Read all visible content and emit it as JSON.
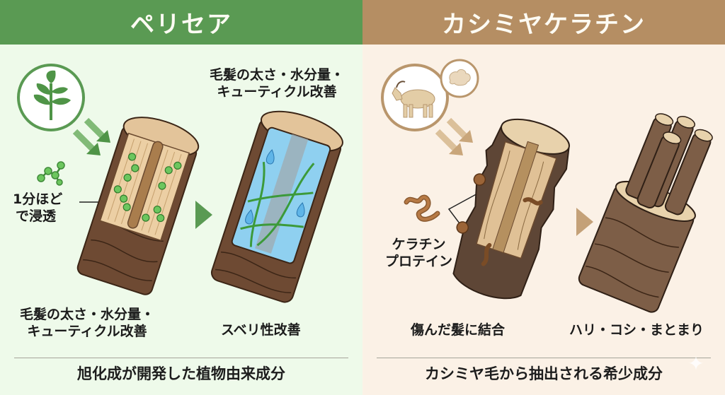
{
  "left_panel": {
    "title": "ペリセア",
    "header_color": "#5a9a53",
    "background_color": "#eefaea",
    "icon": "plant-sprout-icon",
    "penetration_label_line1": "1分ほど",
    "penetration_label_line2": "で浸透",
    "top_callout_line1": "毛髪の太さ・水分量・",
    "top_callout_line2": "キューティクル改善",
    "step1_caption_line1": "毛髪の太さ・水分量・",
    "step1_caption_line2": "キューティクル改善",
    "step2_caption": "スベリ性改善",
    "footer": "旭化成が開発した植物由来成分"
  },
  "right_panel": {
    "title": "カシミヤケラチン",
    "header_color": "#b58e63",
    "background_color": "#fbf1e6",
    "icon": "goat-icon",
    "secondary_icon": "wool-tuft-icon",
    "protein_label_line1": "ケラチン",
    "protein_label_line2": "プロテイン",
    "step1_caption": "傷んだ髪に結合",
    "step2_caption": "ハリ・コシ・まとまり",
    "footer": "カシミヤ毛から抽出される希少成分"
  }
}
